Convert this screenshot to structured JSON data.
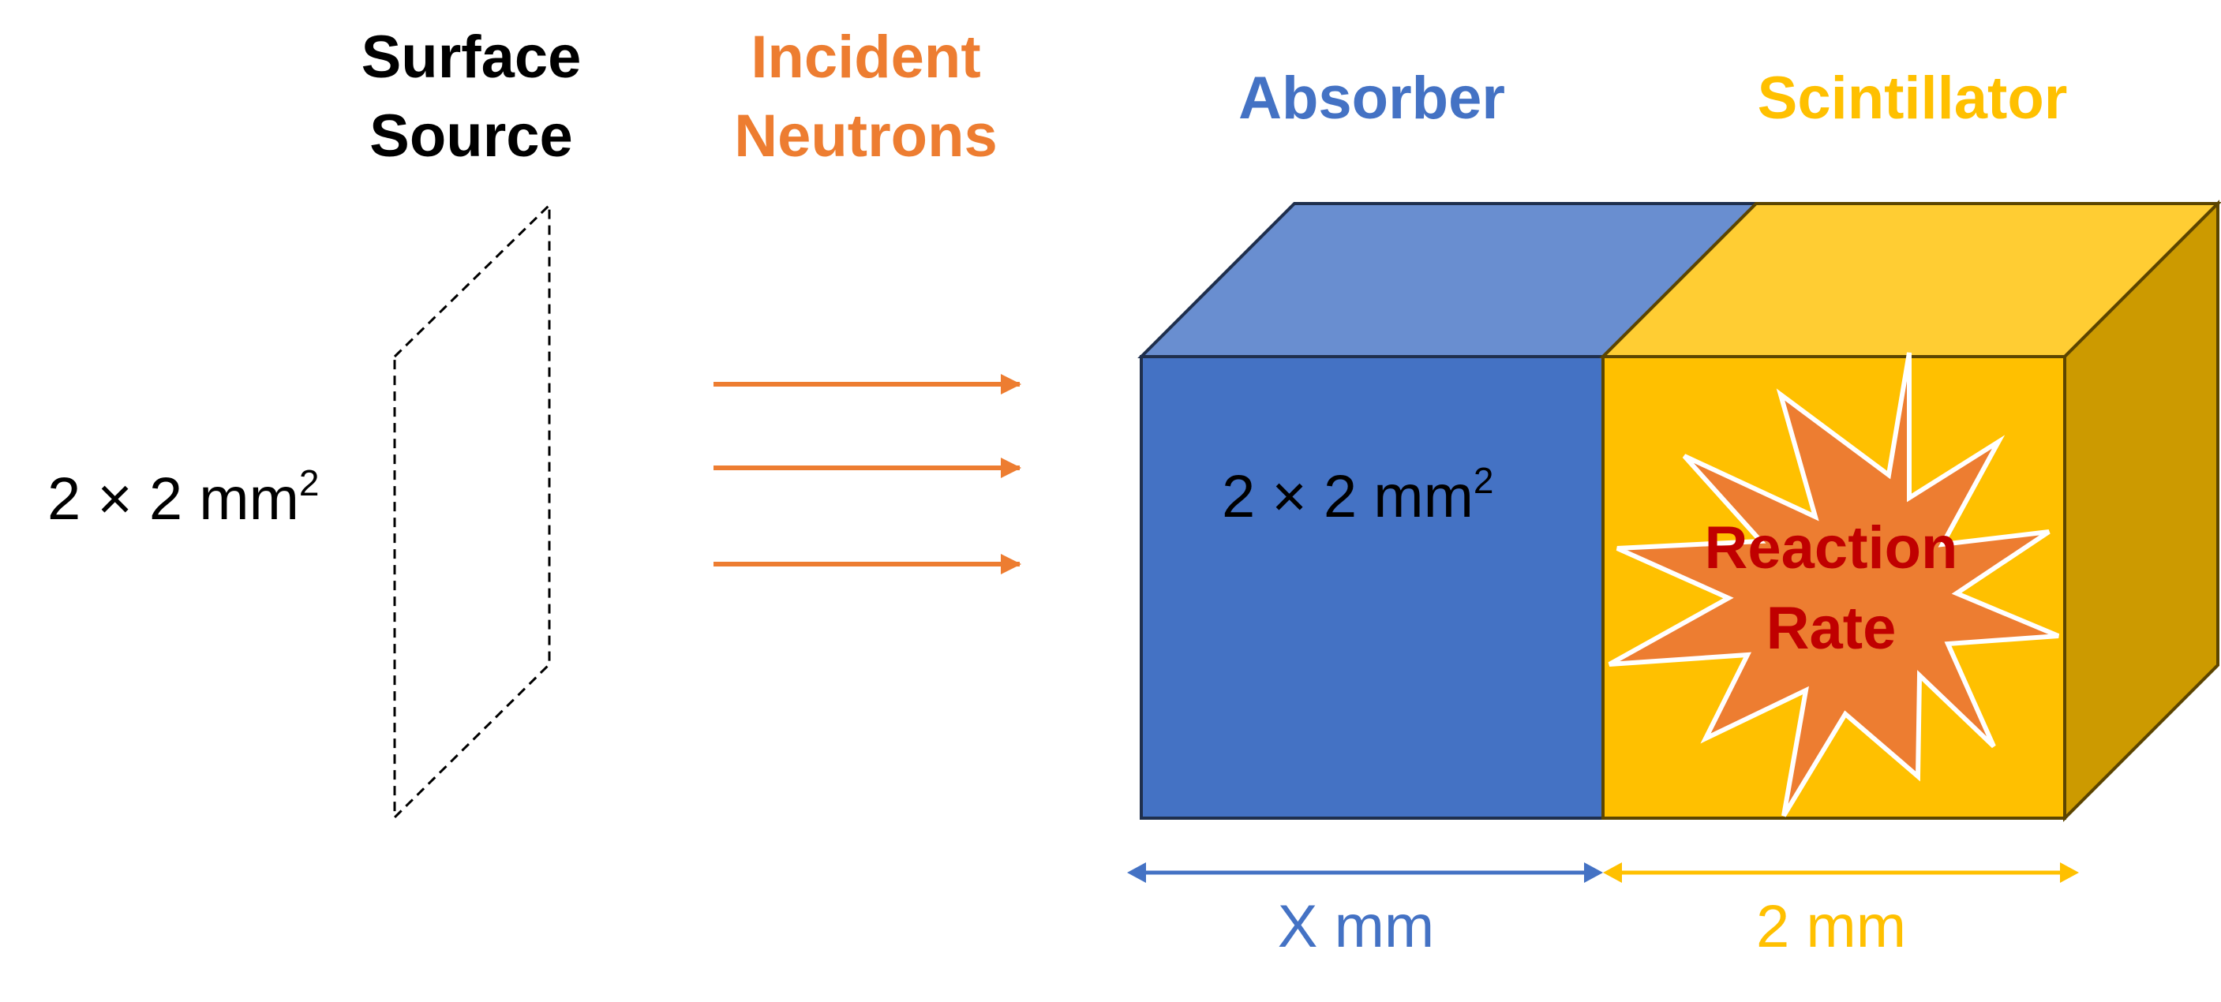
{
  "labels": {
    "surface_source_line1": "Surface",
    "surface_source_line2": "Source",
    "incident_line1": "Incident",
    "incident_line2": "Neutrons",
    "absorber": "Absorber",
    "scintillator": "Scintillator",
    "source_area": "2 × 2 mm",
    "source_area_exp": "2",
    "face_area": "2 × 2 mm",
    "face_area_exp": "2",
    "reaction_line1": "Reaction",
    "reaction_line2": "Rate",
    "absorber_thickness": "X mm",
    "scintillator_thickness": "2 mm"
  },
  "colors": {
    "absorber_front": "#4472C4",
    "absorber_top": "#698ED0",
    "scintillator_front": "#FFC000",
    "scintillator_top": "#FFCD33",
    "scintillator_side": "#CC9A00",
    "neutron_orange": "#ED7D31",
    "reaction_red": "#C00000",
    "absorber_dim": "#4472C4",
    "scint_dim": "#FFC000",
    "edge": "#1F2F4D",
    "text_black": "#000000"
  },
  "icons": {
    "neutron_beam": "right-arrow-icon",
    "reaction": "starburst-icon",
    "dimension": "double-arrow-icon"
  }
}
